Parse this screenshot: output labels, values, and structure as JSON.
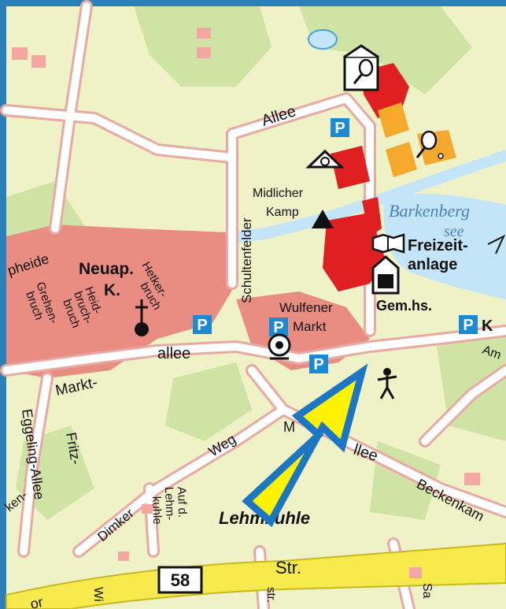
{
  "colors": {
    "frame": "#2a7fb8",
    "land": "#eef2c6",
    "green": "#cfe3a4",
    "road": "#ffffff",
    "road_casing": "#e8a9a2",
    "town": "#e98d83",
    "building_red": "#e02020",
    "building_orange": "#f4a92c",
    "building_pink": "#f4a7a0",
    "water": "#c3e5f7",
    "parking": "#1a8ad4",
    "highway": "#f6e94c",
    "arrow_fill": "#fff200",
    "arrow_stroke": "#1b76c4"
  },
  "labels": {
    "allee_top": "Allee",
    "midlicher": "Midlicher",
    "kamp": "Kamp",
    "schultenfelder": "Schultenfelder",
    "barkenberg": "Barkenberg",
    "see": "see",
    "freizeit": "Freizeit-",
    "anlage": "anlage",
    "gemhs": "Gem.hs.",
    "k_right": "K",
    "am": "Am",
    "neuap": "Neuap.",
    "k": "K.",
    "pheide": "pheide",
    "grehen": "Grehen-",
    "bruch1": "bruch",
    "heid": "Heid-",
    "bruch2": "bruch-",
    "bruch3": "bruch",
    "hetker": "Hetker-",
    "bruch4": "bruch",
    "wulfener": "Wulfener",
    "markt": "Markt",
    "allee_left": "allee",
    "markt_left": "Markt-",
    "eggeling": "Eggeling-Allee",
    "fritz": "Fritz-",
    "ken": "ken-",
    "weg": "Weg",
    "m_cut": "M",
    "allee_mid": "llee",
    "beckenkamp": "Beckenkam",
    "dimker": "Dimker",
    "aufd": "Auf d.",
    "lehm": "Lehm-",
    "kuhle_small": "kuhle",
    "lehmkuhle": "Lehmkuhle",
    "str": "Str.",
    "road_no": "58",
    "str_vert": "str.",
    "sa": "Sa",
    "wi": "Wi",
    "or": "or"
  },
  "parking_label": "P",
  "icons": [
    "tennis-icon",
    "sports-hall-icon",
    "tennis-icon",
    "campsite-icon",
    "book-icon",
    "building-icon",
    "playground-icon",
    "information-icon",
    "church-icon",
    "swimmer-icon",
    "parking-icon"
  ]
}
